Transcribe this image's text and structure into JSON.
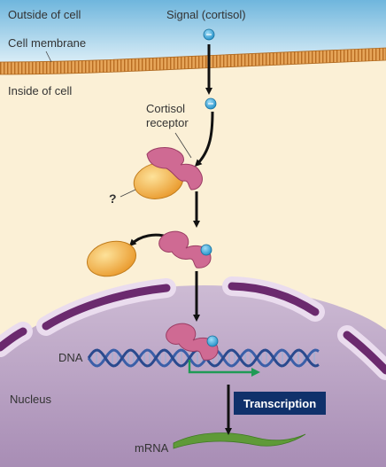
{
  "labels": {
    "outside": "Outside of cell",
    "membrane": "Cell membrane",
    "inside": "Inside of cell",
    "signal": "Signal (cortisol)",
    "receptor_line1": "Cortisol",
    "receptor_line2": "receptor",
    "unknown": "?",
    "dna": "DNA",
    "nucleus": "Nucleus",
    "transcription": "Transcription",
    "mrna": "mRNA"
  },
  "colors": {
    "outside_top": "#6fb6dd",
    "outside_bottom": "#dceef7",
    "cytoplasm": "#fbf0d6",
    "membrane": "#d9923a",
    "nucleus": "#b9a4c3",
    "nuclear_envelope": "#6b2a6e",
    "receptor": "#c8608a",
    "protein": "#f0a92d",
    "cortisol": "#1f9fd8",
    "dna": "#3b5fa8",
    "transcription_arrow": "#1f9a55",
    "transcription_box": "#10316b",
    "mrna": "#5f9a38"
  }
}
